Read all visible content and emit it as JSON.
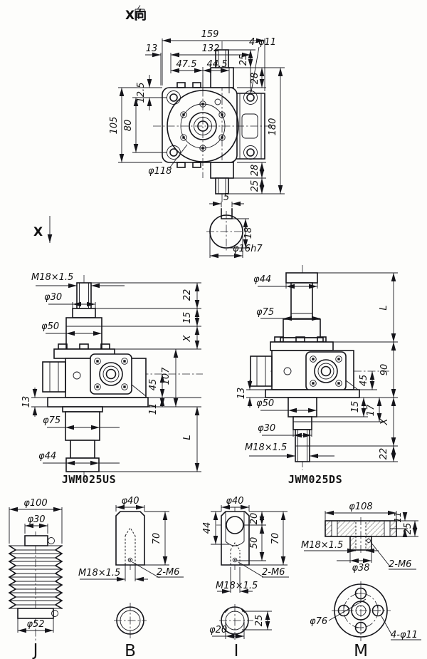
{
  "drawing": {
    "direction_label": "X向",
    "x_axis_marker": "X",
    "top_view": {
      "dim_159": "159",
      "dim_132": "132",
      "dim_13": "13",
      "dim_47_5": "47.5",
      "dim_44_5": "44.5",
      "holes_label": "4-φ11",
      "dim_25_top": "25",
      "dim_28_top": "28",
      "dim_12_5": "12.5",
      "dim_105": "105",
      "dim_80": "80",
      "dim_180": "180",
      "flange_dia": "φ118",
      "dim_28_bottom": "28",
      "dim_25_bottom": "25"
    },
    "shaft_section": {
      "key_width": "5",
      "key_depth": "18",
      "shaft_dia": "φ16h7"
    },
    "us_view": {
      "model": "JWM025US",
      "thread": "M18×1.5",
      "dia_30": "φ30",
      "dia_50": "φ50",
      "dia_75": "φ75",
      "dia_44": "φ44",
      "dim_22": "22",
      "dim_15": "15",
      "dim_x": "X",
      "dim_107": "107",
      "dim_45": "45",
      "dim_11": "11",
      "dim_13": "13",
      "dim_l": "L"
    },
    "ds_view": {
      "model": "JWM025DS",
      "thread": "M18×1.5",
      "dia_44": "φ44",
      "dia_75": "φ75",
      "dia_50": "φ50",
      "dia_30": "φ30",
      "dim_l": "L",
      "dim_90": "90",
      "dim_45": "45",
      "dim_15": "15",
      "dim_17": "17",
      "dim_x": "X",
      "dim_22": "22",
      "dim_13": "13"
    },
    "acc_j": {
      "letter": "J",
      "dia_100": "φ100",
      "dia_30": "φ30",
      "dia_52": "φ52"
    },
    "acc_b": {
      "letter": "B",
      "dia_40": "φ40",
      "dim_70": "70",
      "thread": "M18×1.5",
      "holes": "2-M6"
    },
    "acc_i": {
      "letter": "I",
      "dia_40": "φ40",
      "dim_44": "44",
      "dim_20": "20",
      "dim_50": "50",
      "dim_70": "70",
      "holes": "2-M6",
      "thread": "M18×1.5",
      "dia_20": "φ20",
      "dim_25": "25"
    },
    "acc_m": {
      "letter": "M",
      "dia_108": "φ108",
      "dim_11": "11",
      "dim_25": "25",
      "thread": "M18×1.5",
      "dia_38": "φ38",
      "holes": "2-M6",
      "dia_76": "φ76",
      "bolt_holes": "4-φ11"
    }
  }
}
